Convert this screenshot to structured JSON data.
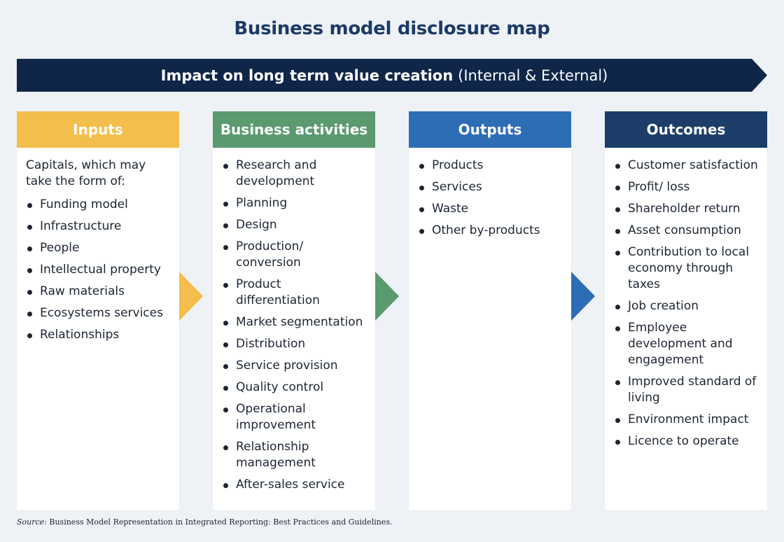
{
  "title": "Business model disclosure map",
  "banner": {
    "strong_text": "Impact on long term value creation",
    "normal_text": "(Internal & External)"
  },
  "colors": {
    "title": "#1b3a66",
    "banner": "#0f2649",
    "inputs": "#f3be4b",
    "activities": "#5a9a6e",
    "outputs": "#2d6db5",
    "outcomes": "#1b3d68"
  },
  "columns": [
    {
      "heading": "Inputs",
      "intro": "Capitals, which may take the form of:",
      "items": [
        "Funding model",
        "Infrastructure",
        "People",
        "Intellectual property",
        "Raw materials",
        "Ecosystems services",
        "Relationships"
      ]
    },
    {
      "heading": "Business activities",
      "items": [
        "Research and development",
        "Planning",
        "Design",
        "Production/ conversion",
        "Product differentiation",
        "Market segmentation",
        "Distribution",
        "Service provision",
        "Quality control",
        "Operational improvement",
        "Relationship management",
        "After-sales service"
      ]
    },
    {
      "heading": "Outputs",
      "items": [
        "Products",
        "Services",
        "Waste",
        "Other by-products"
      ]
    },
    {
      "heading": "Outcomes",
      "items": [
        "Customer satisfaction",
        "Profit/ loss",
        "Shareholder return",
        "Asset consumption",
        "Contribution to local economy through taxes",
        "Job creation",
        "Employee development and engagement",
        "Improved standard of living",
        "Environment impact",
        "Licence to operate"
      ]
    }
  ],
  "source": {
    "label": "Source:",
    "text": "Business Model Representation in Integrated Reporting: Best Practices and Guidelines."
  }
}
